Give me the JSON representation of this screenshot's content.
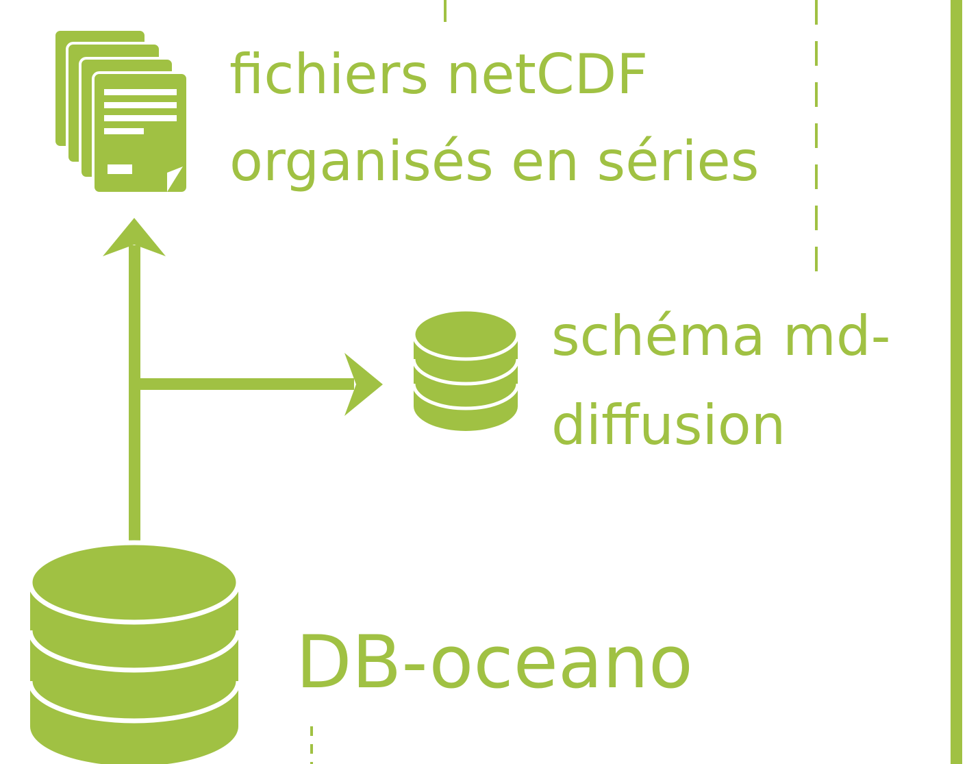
{
  "colors": {
    "accent": "#a0c143",
    "background": "#ffffff"
  },
  "icons": {
    "files": "file-stack-icon",
    "small_database": "database-icon",
    "large_database": "database-icon"
  },
  "labels": {
    "files_line1": "fichiers netCDF",
    "files_line2": "organisés en séries",
    "schema_line1": "schéma md-",
    "schema_line2": "diffusion",
    "db_label": "DB-oceano"
  }
}
